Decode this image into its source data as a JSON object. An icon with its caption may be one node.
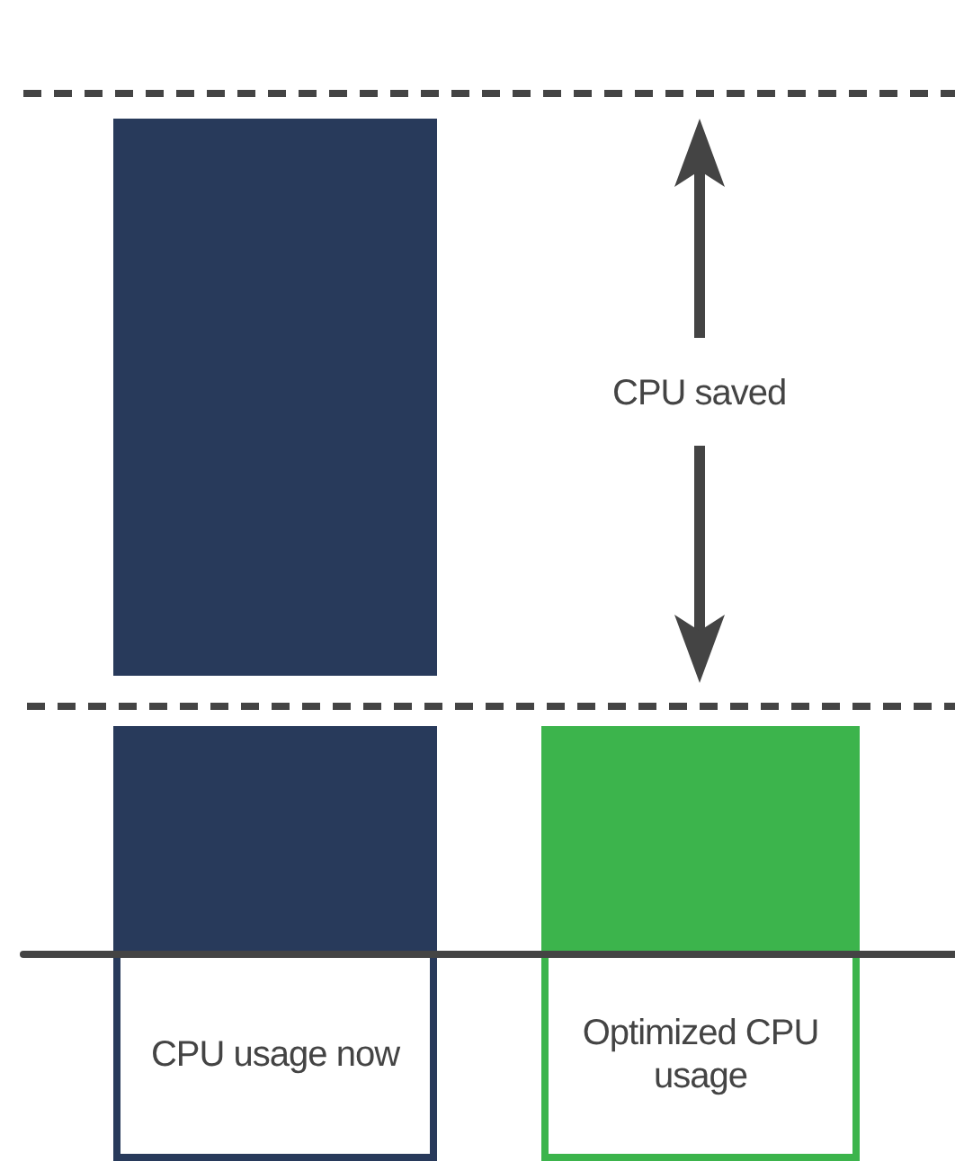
{
  "diagram": {
    "nodes": [
      {
        "text": [],
        "shape": "bar"
      },
      {
        "text": [],
        "shape": "bar"
      },
      {
        "text": [],
        "shape": "bar"
      },
      {
        "text": [
          "CPU usage now"
        ]
      },
      {
        "text": [
          "Optimized CPU usage"
        ]
      }
    ],
    "labels": [
      "CPU saved"
    ]
  }
}
